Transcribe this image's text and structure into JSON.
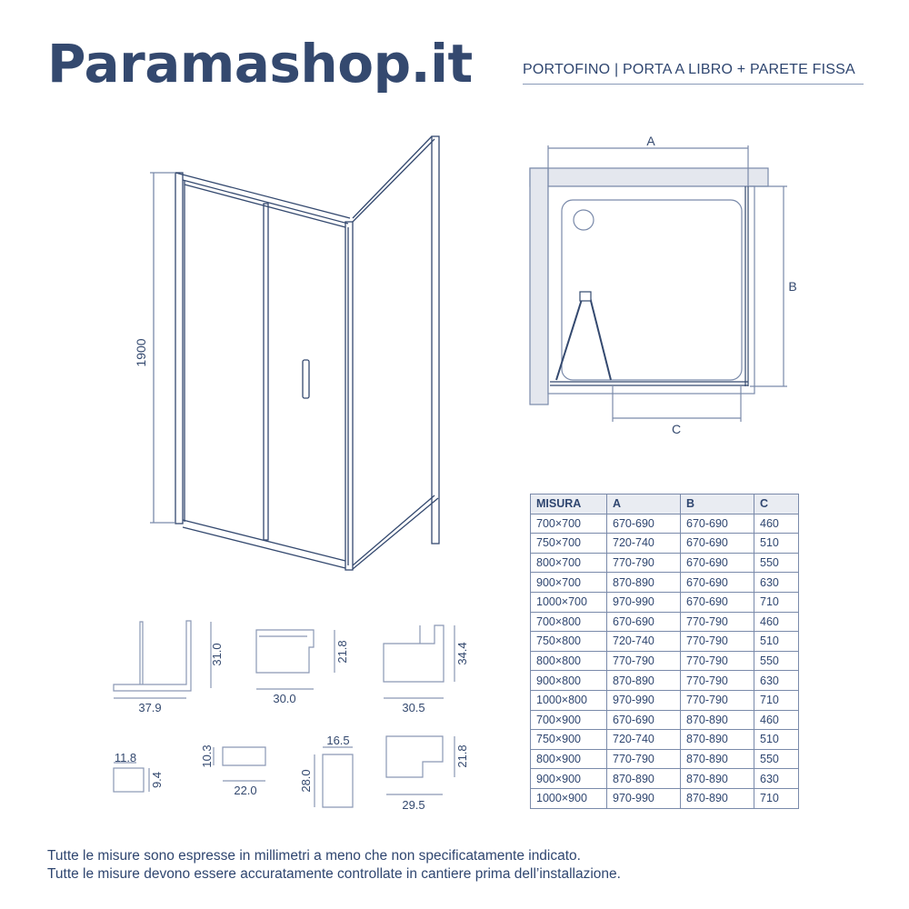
{
  "header": {
    "brand": "Paramashop.it",
    "subtitle": "PORTOFINO | PORTA A LIBRO + PARETE FISSA"
  },
  "colors": {
    "primary": "#34496f",
    "line": "#7a8aaa",
    "wall_fill": "#e4e7ee",
    "header_fill": "#e9ecf2"
  },
  "perspective_view": {
    "height_label": "1900"
  },
  "plan_view": {
    "label_a": "A",
    "label_b": "B",
    "label_c": "C"
  },
  "profiles": {
    "p1": {
      "width": "37.9",
      "height": "31.0"
    },
    "p2": {
      "width": "30.0",
      "height": "21.8"
    },
    "p3": {
      "width": "30.5",
      "height": "34.4"
    },
    "p4": {
      "width": "11.8",
      "height": "9.4"
    },
    "p5": {
      "width": "22.0",
      "height": "10.3"
    },
    "p6": {
      "width": "16.5",
      "height": "28.0"
    },
    "p7": {
      "width": "29.5",
      "height": "21.8"
    }
  },
  "table": {
    "headers": [
      "MISURA",
      "A",
      "B",
      "C"
    ],
    "rows": [
      [
        "700×700",
        "670-690",
        "670-690",
        "460"
      ],
      [
        "750×700",
        "720-740",
        "670-690",
        "510"
      ],
      [
        "800×700",
        "770-790",
        "670-690",
        "550"
      ],
      [
        "900×700",
        "870-890",
        "670-690",
        "630"
      ],
      [
        "1000×700",
        "970-990",
        "670-690",
        "710"
      ],
      [
        "700×800",
        "670-690",
        "770-790",
        "460"
      ],
      [
        "750×800",
        "720-740",
        "770-790",
        "510"
      ],
      [
        "800×800",
        "770-790",
        "770-790",
        "550"
      ],
      [
        "900×800",
        "870-890",
        "770-790",
        "630"
      ],
      [
        "1000×800",
        "970-990",
        "770-790",
        "710"
      ],
      [
        "700×900",
        "670-690",
        "870-890",
        "460"
      ],
      [
        "750×900",
        "720-740",
        "870-890",
        "510"
      ],
      [
        "800×900",
        "770-790",
        "870-890",
        "550"
      ],
      [
        "900×900",
        "870-890",
        "870-890",
        "630"
      ],
      [
        "1000×900",
        "970-990",
        "870-890",
        "710"
      ]
    ]
  },
  "footer": {
    "line1": "Tutte le misure sono espresse in millimetri a meno che non specificatamente indicato.",
    "line2": "Tutte le misure devono essere accuratamente controllate in cantiere prima dell’installazione."
  }
}
